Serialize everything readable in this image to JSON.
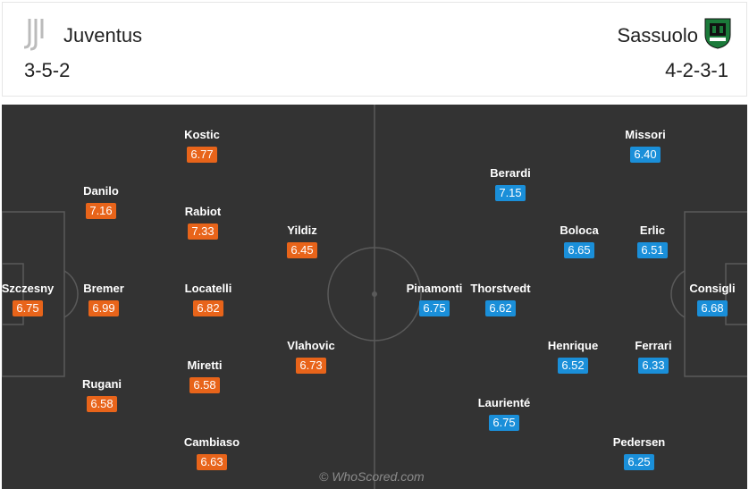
{
  "home": {
    "name": "Juventus",
    "formation": "3-5-2",
    "crest_icon": "juventus-crest-icon",
    "rating_color": "#e8641a",
    "players": [
      {
        "name": "Szczesny",
        "rating": "6.75"
      },
      {
        "name": "Danilo",
        "rating": "7.16"
      },
      {
        "name": "Bremer",
        "rating": "6.99"
      },
      {
        "name": "Rugani",
        "rating": "6.58"
      },
      {
        "name": "Kostic",
        "rating": "6.77"
      },
      {
        "name": "Rabiot",
        "rating": "7.33"
      },
      {
        "name": "Locatelli",
        "rating": "6.82"
      },
      {
        "name": "Miretti",
        "rating": "6.58"
      },
      {
        "name": "Cambiaso",
        "rating": "6.63"
      },
      {
        "name": "Yildiz",
        "rating": "6.45"
      },
      {
        "name": "Vlahovic",
        "rating": "6.73"
      }
    ]
  },
  "away": {
    "name": "Sassuolo",
    "formation": "4-2-3-1",
    "crest_icon": "sassuolo-crest-icon",
    "rating_color": "#1a8fd9",
    "players": [
      {
        "name": "Consigli",
        "rating": "6.68"
      },
      {
        "name": "Missori",
        "rating": "6.40"
      },
      {
        "name": "Erlic",
        "rating": "6.51"
      },
      {
        "name": "Ferrari",
        "rating": "6.33"
      },
      {
        "name": "Pedersen",
        "rating": "6.25"
      },
      {
        "name": "Boloca",
        "rating": "6.65"
      },
      {
        "name": "Henrique",
        "rating": "6.52"
      },
      {
        "name": "Berardi",
        "rating": "7.15"
      },
      {
        "name": "Thorstvedt",
        "rating": "6.62"
      },
      {
        "name": "Laurienté",
        "rating": "6.75"
      },
      {
        "name": "Pinamonti",
        "rating": "6.75"
      }
    ]
  },
  "pitch_color": "#333333",
  "watermark": "© WhoScored.com"
}
